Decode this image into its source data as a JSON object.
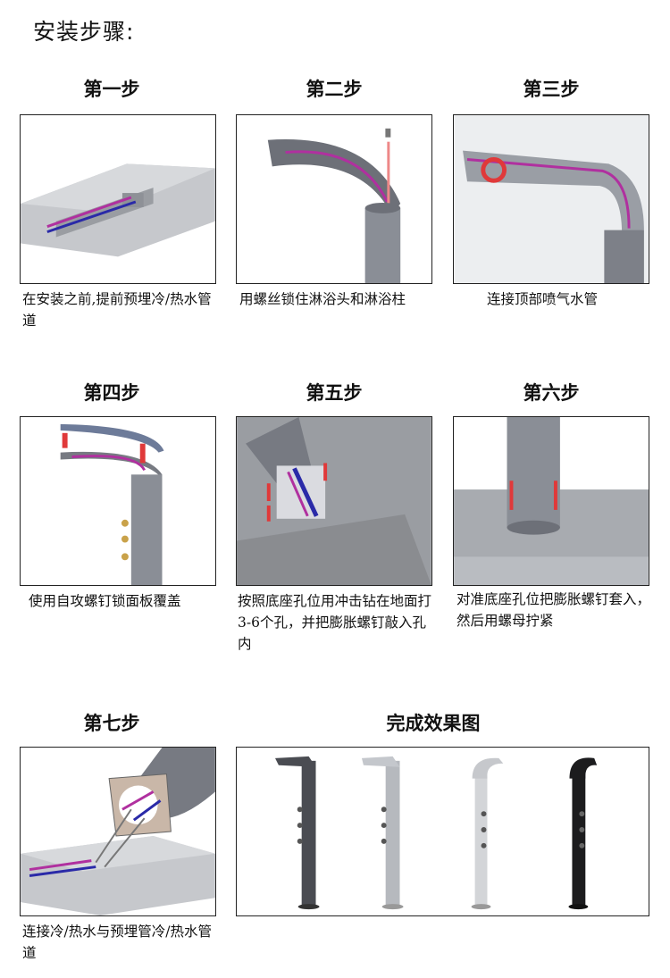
{
  "page_title": "安装步骤:",
  "steps": [
    {
      "heading": "第一步",
      "caption": "在安装之前,提前预埋冷/热水管道"
    },
    {
      "heading": "第二步",
      "caption": "用螺丝锁住淋浴头和淋浴柱"
    },
    {
      "heading": "第三步",
      "caption": "连接顶部喷气水管"
    },
    {
      "heading": "第四步",
      "caption": "使用自攻螺钉锁面板覆盖"
    },
    {
      "heading": "第五步",
      "caption": "按照底座孔位用冲击钻在地面打3-6个孔，并把膨胀螺钉敲入孔内"
    },
    {
      "heading": "第六步",
      "caption": "对准底座孔位把膨胀螺钉套入，然后用螺母拧紧"
    },
    {
      "heading": "第七步",
      "caption": "连接冷/热水与预埋管冷/热水管道"
    }
  ],
  "result": {
    "heading": "完成效果图"
  },
  "colors": {
    "cold": "#2a2aa8",
    "hot": "#b0309f",
    "arrow": "#e0393a",
    "metal": "#8a8e96",
    "concrete": "#b9bcc1"
  }
}
